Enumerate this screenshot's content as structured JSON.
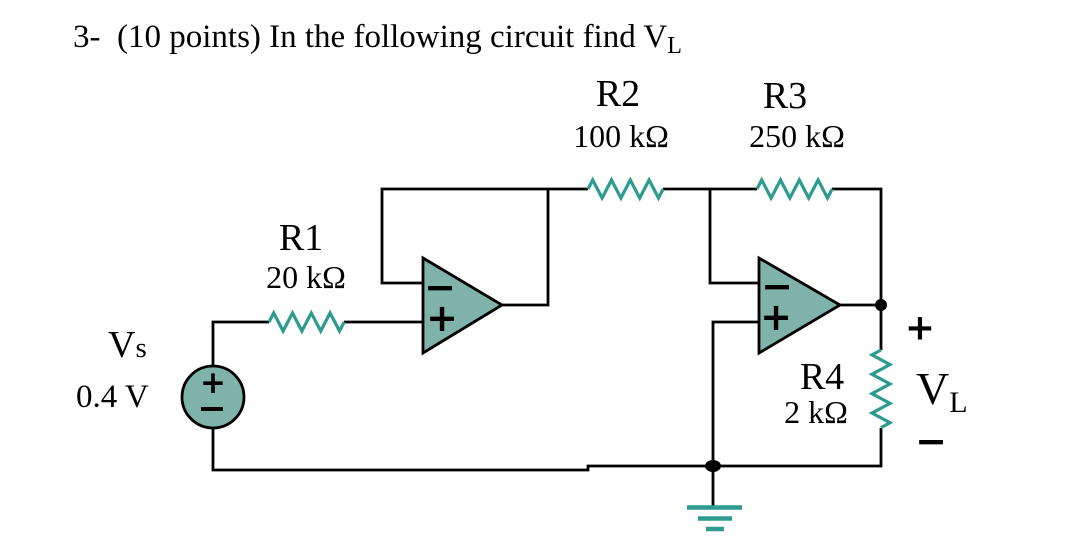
{
  "colors": {
    "wire": "#000000",
    "resistor_teal": "#2b9c8e",
    "component_fill": "#7fb2a8",
    "ground_teal": "#2b9c8e",
    "text": "#000000"
  },
  "title": {
    "prefix": "3-  (10 points) In the following circuit find V",
    "subscript": "L"
  },
  "source": {
    "label_main": "V",
    "label_sub": "s",
    "value": "0.4 V",
    "plus": "+",
    "minus": "−"
  },
  "resistors": {
    "r1": {
      "name": "R1",
      "value": "20 kΩ"
    },
    "r2": {
      "name": "R2",
      "value": "100 kΩ"
    },
    "r3": {
      "name": "R3",
      "value": "250 kΩ"
    },
    "r4": {
      "name": "R4",
      "value": "2 kΩ"
    }
  },
  "opamps": {
    "amp1": {
      "inverting": "−",
      "noninverting": "+"
    },
    "amp2": {
      "inverting": "−",
      "noninverting": "+"
    }
  },
  "load": {
    "plus": "+",
    "label_main": "V",
    "label_sub": "L",
    "minus": "−"
  }
}
